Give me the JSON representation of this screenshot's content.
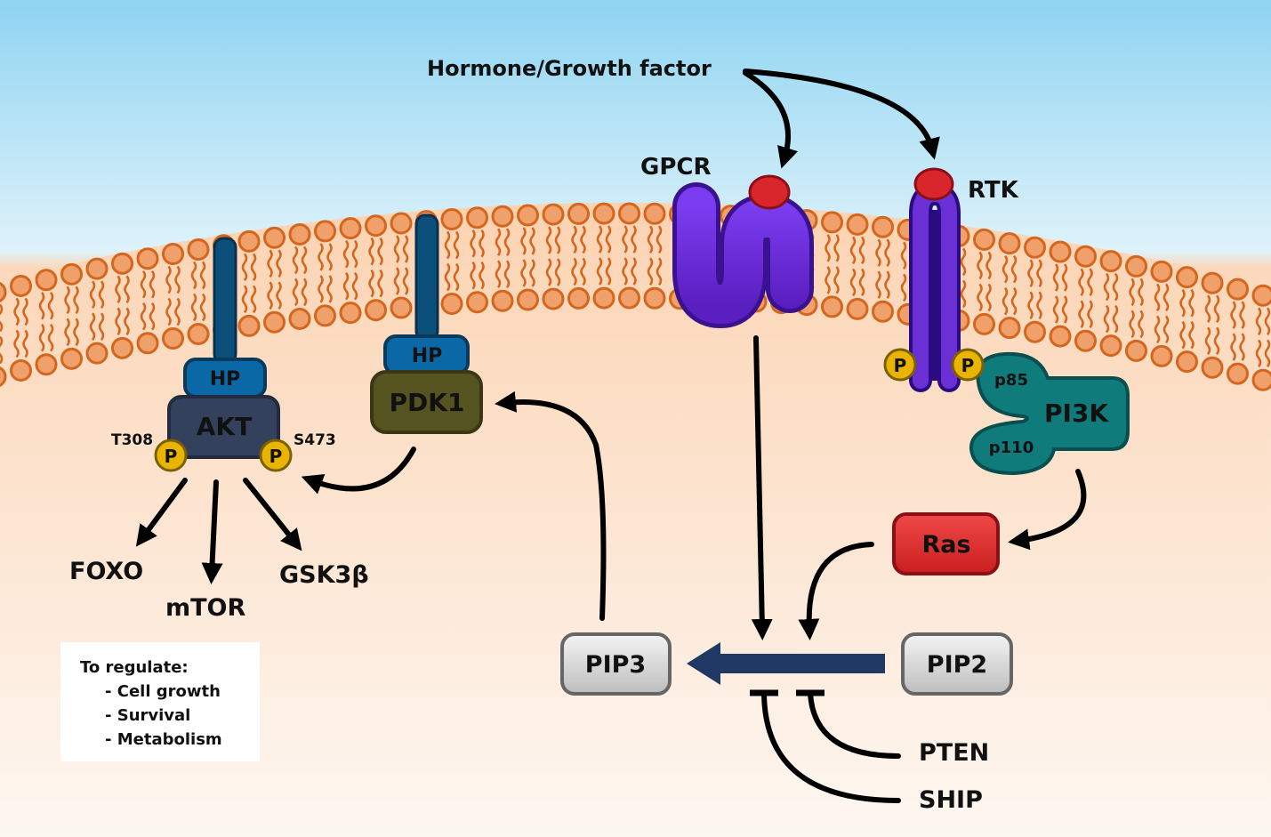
{
  "signal": {
    "label": "Hormone/Growth factor"
  },
  "receptors": {
    "gpcr": "GPCR",
    "rtk": "RTK"
  },
  "proteins": {
    "akt": {
      "name": "AKT",
      "domain": "HP",
      "site_left": "T308",
      "site_right": "S473"
    },
    "pdk1": {
      "name": "PDK1",
      "domain": "HP"
    },
    "pi3k": {
      "name": "PI3K",
      "subunit_regulatory": "p85",
      "subunit_catalytic": "p110"
    },
    "ras": "Ras",
    "phospho": "P"
  },
  "lipids": {
    "pip3": "PIP3",
    "pip2": "PIP2"
  },
  "inhibitors": {
    "pten": "PTEN",
    "ship": "SHIP"
  },
  "targets": {
    "foxo": "FOXO",
    "mtor": "mTOR",
    "gsk3b": "GSK3β"
  },
  "legend": {
    "title": "To regulate:",
    "items": [
      "- Cell growth",
      "- Survival",
      "- Metabolism"
    ]
  },
  "colors": {
    "extracellular": "#8fd4f2",
    "cytoplasm": "#fcd8bb",
    "lipid_head": "#f0a06a",
    "lipid_outline": "#d4661e",
    "receptor": "#6b2fd6",
    "ligand": "#d8262c",
    "hp_domain": "#0a68a6",
    "akt": "#33415c",
    "pdk1": "#55531f",
    "pi3k": "#0f7b7b",
    "ras": "#dc2e2e",
    "phosphate": "#e8b400",
    "pip": "#c8c8c8",
    "conversion_arrow": "#1f3864"
  }
}
